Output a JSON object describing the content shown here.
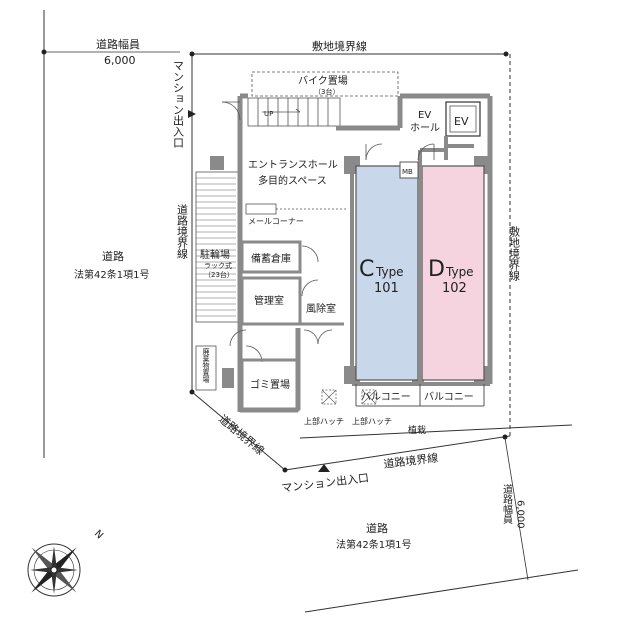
{
  "labels": {
    "road_width_label": "道路幅員",
    "road_width_value": "6,000",
    "site_boundary_top": "敷地境界線",
    "mansion_entrance_vert": "マンション出入口",
    "bike_parking": "バイク置場",
    "bike_count": "（3台）",
    "up": "UP",
    "ev_hall_1": "EV",
    "ev_hall_2": "ホール",
    "ev": "EV",
    "entrance_hall_1": "エントランスホール",
    "entrance_hall_2": "多目的スペース",
    "mb": "MB",
    "mail_corner": "メールコーナー",
    "road_boundary_left": "道路境界線",
    "road_left_1": "道路",
    "road_left_2": "法第42条1項1号",
    "bicycle_parking": "駐輪場",
    "bicycle_rack": "ラック式",
    "bicycle_count": "（23台）",
    "storage": "備蓄倉庫",
    "management": "管理室",
    "windbreak": "風除室",
    "trash": "ゴミ置場",
    "waste_area": "廃棄物置場",
    "unit_c_letter": "C",
    "unit_c_type": "Type",
    "unit_c_number": "101",
    "unit_d_letter": "D",
    "unit_d_type": "Type",
    "unit_d_number": "102",
    "balcony_c": "バルコニー",
    "balcony_d": "バルコニー",
    "site_boundary_right": "敷地境界線",
    "upper_hatch_1": "上部ハッチ",
    "upper_hatch_2": "上部ハッチ",
    "planting": "植栽",
    "road_boundary_lower_left": "道路境界線",
    "road_boundary_bottom": "道路境界線",
    "mansion_entrance_bottom": "マンション出入口",
    "road_bottom_1": "道路",
    "road_bottom_2": "法第42条1項1号",
    "road_width_label_right": "道路幅員",
    "road_width_value_right": "6,000",
    "north": "N"
  },
  "colors": {
    "unit_c_fill": "#c9d7ea",
    "unit_d_fill": "#f5d3df",
    "wall": "#8a8a8a",
    "line": "#333333"
  }
}
